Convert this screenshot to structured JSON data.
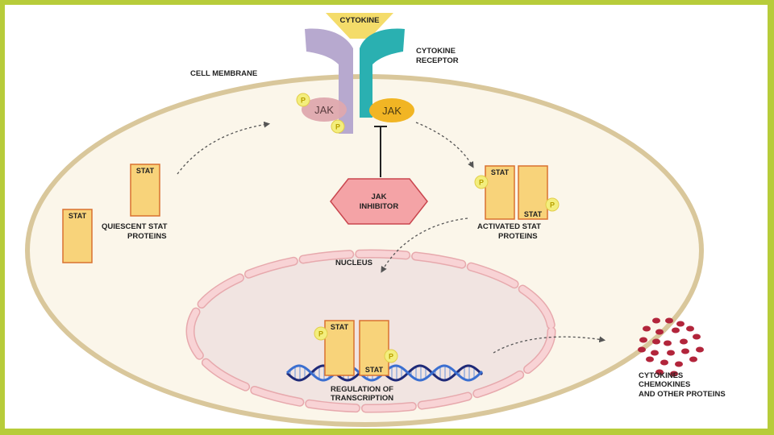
{
  "labels": {
    "cytokine": "CYTOKINE",
    "receptor_line1": "CYTOKINE",
    "receptor_line2": "RECEPTOR",
    "cell_membrane": "CELL MEMBRANE",
    "jak": "JAK",
    "jak_inhibitor_line1": "JAK",
    "jak_inhibitor_line2": "INHIBITOR",
    "stat": "STAT",
    "phospho": "P",
    "quiescent_line1": "QUIESCENT STAT",
    "quiescent_line2": "PROTEINS",
    "activated_line1": "ACTIVATED STAT",
    "activated_line2": "PROTEINS",
    "nucleus": "NUCLEUS",
    "regulation_line1": "REGULATION OF",
    "regulation_line2": "TRANSCRIPTION",
    "output_line1": "CYTOKINES",
    "output_line2": "CHEMOKINES",
    "output_line3": "AND OTHER PROTEINS"
  },
  "colors": {
    "frame": "#b7cc3a",
    "cell_fill": "#fbf6ea",
    "membrane": "#d9c79b",
    "receptor_left": "#b7a9cf",
    "receptor_right": "#2ab0b1",
    "cytokine": "#f4dc6a",
    "jak_left": "#dea8ae",
    "jak_right": "#f1b524",
    "stat_fill": "#f8d37a",
    "stat_stroke": "#d9712f",
    "inhibitor_fill": "#f4a3a6",
    "inhibitor_stroke": "#c9464e",
    "nuclear_envelope": "#f6c9cb",
    "dna_dark": "#1f2a78",
    "dna_light": "#3b6fd0",
    "protein_dots": "#b2253b"
  }
}
